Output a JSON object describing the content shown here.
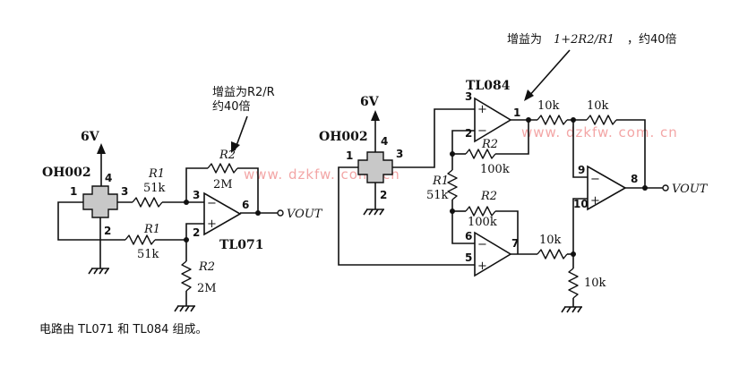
{
  "watermark": "www. dzkfw. com. cn",
  "caption": "电路由 TL071 和 TL084 组成。",
  "left_circuit": {
    "supply": "6V",
    "sensor": "OH002",
    "sensor_pins": [
      "1",
      "4",
      "3",
      "2"
    ],
    "r1_top": {
      "name": "R1",
      "value": "51k"
    },
    "r1_bottom": {
      "name": "R1",
      "value": "51k"
    },
    "r2_feedback": {
      "name": "R2",
      "value": "2M"
    },
    "r2_ground": {
      "name": "R2",
      "value": "2M"
    },
    "opamp": "TL071",
    "opamp_pins": [
      "3",
      "2",
      "6"
    ],
    "output": "VOUT",
    "note_line1": "增益为R2/R",
    "note_line2": "约40倍"
  },
  "right_circuit": {
    "supply": "6V",
    "sensor": "OH002",
    "sensor_pins": [
      "1",
      "4",
      "3",
      "2"
    ],
    "opamp": "TL084",
    "gain_note_prefix": "增益为",
    "gain_formula": "1+2R2/R1",
    "gain_note_suffix": "，约40倍",
    "rg": {
      "name": "R1",
      "value": "51k"
    },
    "r2_top": {
      "name": "R2",
      "value": "100k"
    },
    "r2_bottom": {
      "name": "R2",
      "value": "100k"
    },
    "r_10k": "10k",
    "pins": [
      "3",
      "2",
      "1",
      "6",
      "5",
      "7",
      "9",
      "10",
      "8"
    ],
    "output": "VOUT"
  }
}
